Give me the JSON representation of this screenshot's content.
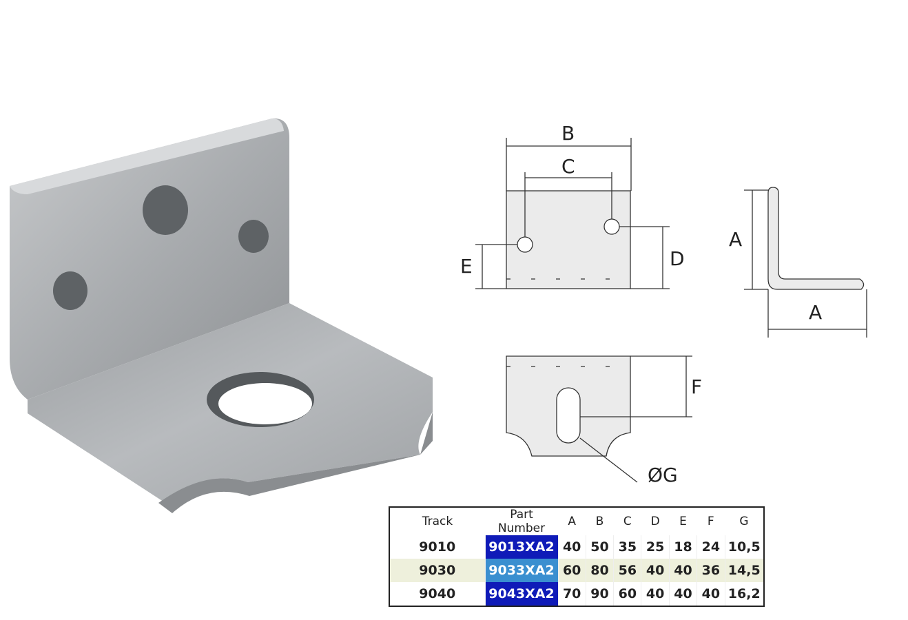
{
  "diagram_labels": {
    "B": "B",
    "C": "C",
    "D": "D",
    "E": "E",
    "A_vertical": "A",
    "A_horizontal": "A",
    "F": "F",
    "G": "ØG"
  },
  "table": {
    "headers": [
      "Track",
      "Part Number",
      "A",
      "B",
      "C",
      "D",
      "E",
      "F",
      "G"
    ],
    "rows": [
      [
        "9010",
        "9013XA2",
        "40",
        "50",
        "35",
        "25",
        "18",
        "24",
        "10,5"
      ],
      [
        "9030",
        "9033XA2",
        "60",
        "80",
        "56",
        "40",
        "40",
        "36",
        "14,5"
      ],
      [
        "9040",
        "9043XA2",
        "70",
        "90",
        "60",
        "40",
        "40",
        "40",
        "16,2"
      ]
    ]
  },
  "colors": {
    "part_number_bg": "#0f1bb8",
    "part_number_alt_bg": "#3a8fd0",
    "alt_row": "#eef0dc"
  }
}
